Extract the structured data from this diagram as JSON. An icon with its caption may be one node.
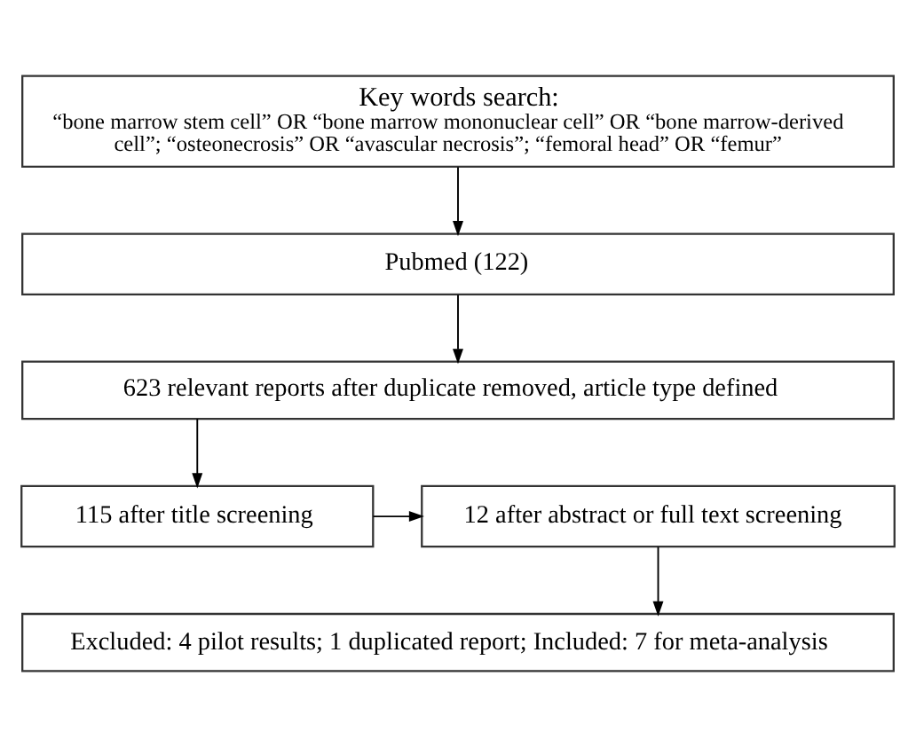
{
  "diagram": {
    "nodes": [
      {
        "text": [
          "Key words search:",
          "“bone marrow stem cell” OR “bone marrow mononuclear cell” OR “bone marrow-derived cell”; “osteonecrosis” OR “avascular necrosis”; “femoral head” OR “femur”"
        ]
      },
      {
        "text": [
          "Pubmed (122)"
        ]
      },
      {
        "text": [
          "623 relevant reports after duplicate removed, article type defined"
        ]
      },
      {
        "text": [
          "115 after title screening"
        ]
      },
      {
        "text": [
          "12 after abstract or full text screening"
        ]
      },
      {
        "text": [
          "Excluded: 4 pilot results; 1 duplicated report; Included: 7 for meta-analysis"
        ]
      }
    ],
    "edges": [
      {
        "from": 0,
        "to": 1,
        "arrow": "to"
      },
      {
        "from": 1,
        "to": 2,
        "arrow": "to"
      },
      {
        "from": 2,
        "to": 3,
        "arrow": "to"
      },
      {
        "from": 3,
        "to": 4,
        "arrow": "to"
      },
      {
        "from": 4,
        "to": 5,
        "arrow": "to"
      }
    ]
  }
}
